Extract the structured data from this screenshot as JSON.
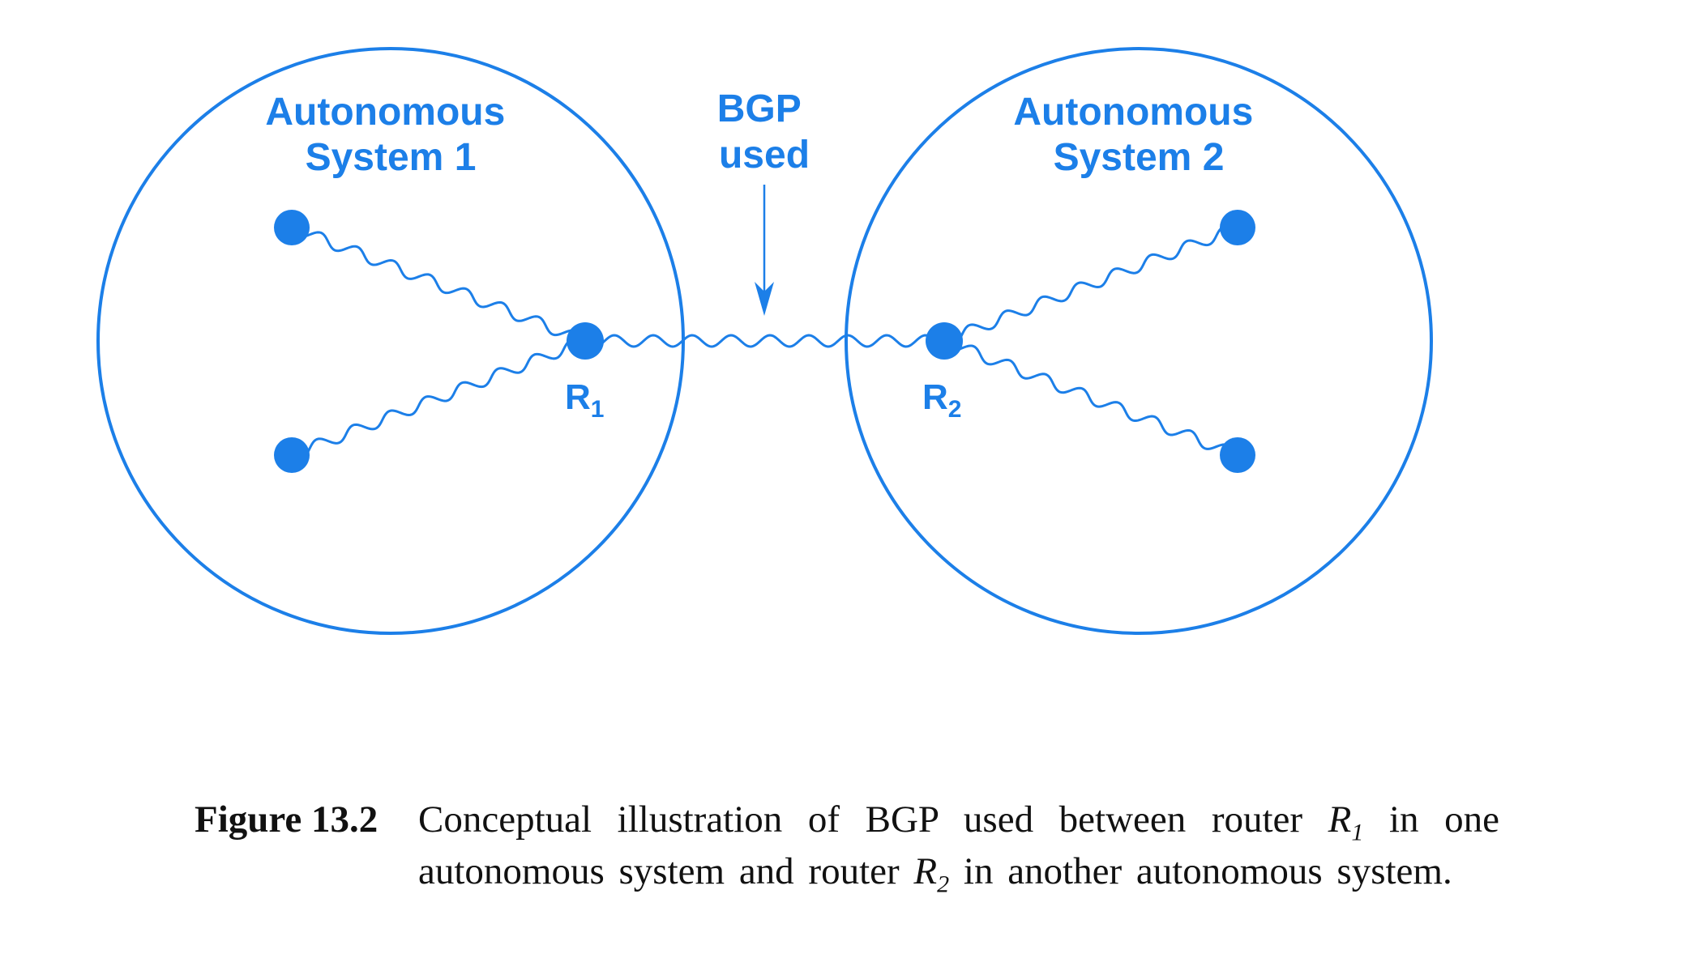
{
  "as1": {
    "line1": "Autonomous",
    "line2": "System 1"
  },
  "as2": {
    "line1": "Autonomous",
    "line2": "System 2"
  },
  "bgp": {
    "line1": "BGP",
    "line2": "used"
  },
  "router1": {
    "letter": "R",
    "sub": "1"
  },
  "router2": {
    "letter": "R",
    "sub": "2"
  },
  "caption": {
    "figure_number": "Figure 13.2",
    "text_part1": "Conceptual illustration of BGP used between router ",
    "r1_letter": "R",
    "r1_sub": "1",
    "text_part2": " in one autonomous system and router ",
    "r2_letter": "R",
    "r2_sub": "2",
    "text_part3": " in another autonomous system."
  },
  "colors": {
    "diagram_blue": "#1c7fe8",
    "caption_text": "#111111"
  }
}
